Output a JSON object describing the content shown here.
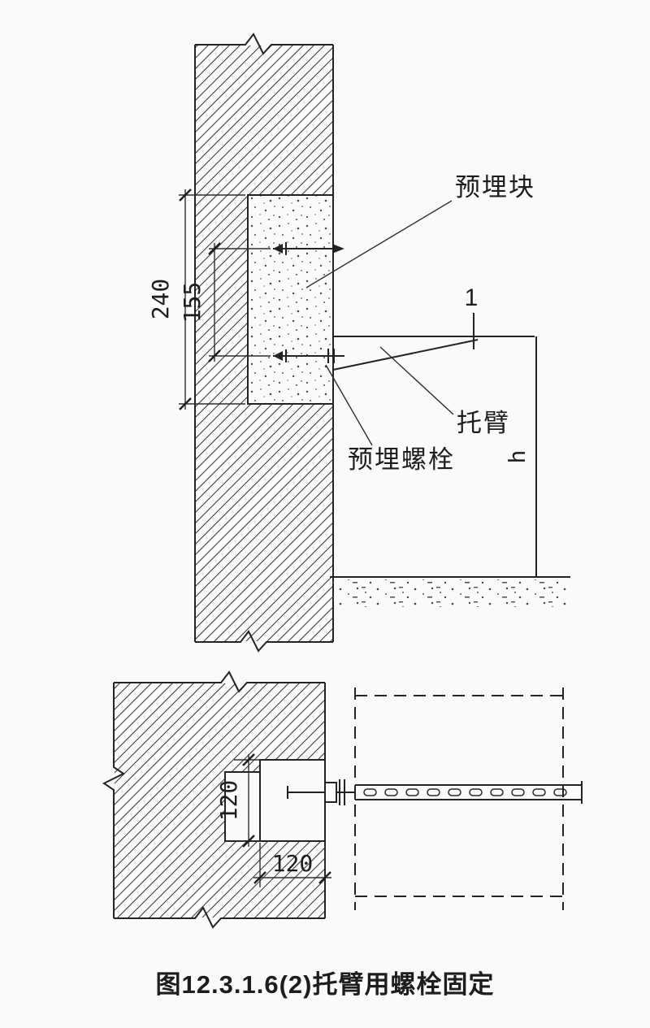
{
  "colors": {
    "line": "#232323",
    "background": "#fbfafa"
  },
  "section_view": {
    "labels": {
      "embedded_block": "预埋块",
      "bracket": "托臂",
      "embedded_bolt": "预埋螺栓",
      "section_mark": "1"
    },
    "dimensions": {
      "overall_height": "240",
      "bolt_spacing": "155",
      "bracket_drop": "h"
    }
  },
  "plan_view": {
    "dimensions": {
      "embed_depth": "120",
      "embed_width": "120"
    }
  },
  "figure": {
    "caption": "图12.3.1.6(2)托臂用螺栓固定"
  }
}
